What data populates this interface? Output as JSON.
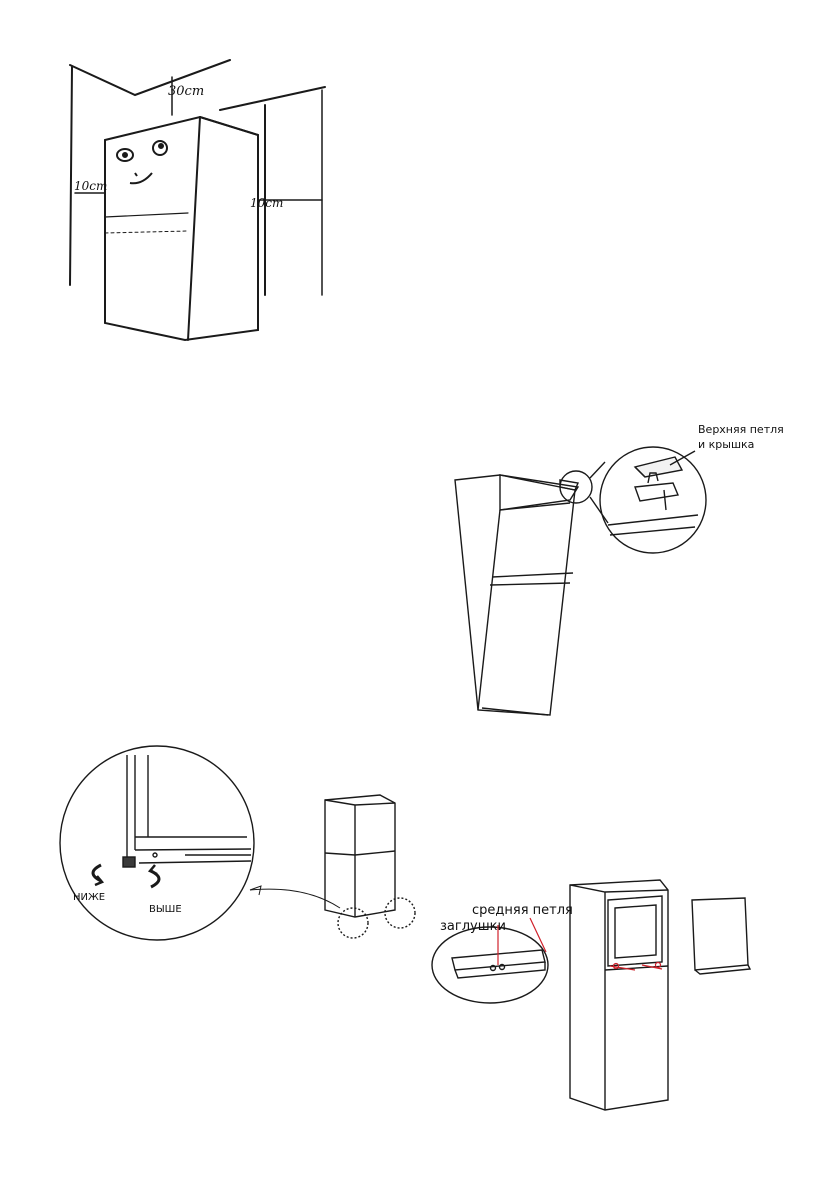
{
  "clearance": {
    "top": "30cm",
    "left": "10cm",
    "right": "10cm"
  },
  "leveling": {
    "lower": "НИЖЕ",
    "higher": "ВЫШЕ"
  },
  "top_hinge": {
    "line1": "Верхняя петля",
    "line2": "и крышка"
  },
  "middle_hinge": {
    "hinge": "средняя петля",
    "plugs": "заглушки"
  },
  "colors": {
    "line": "#1a1a1a",
    "accent": "#d0202a",
    "paper": "#ffffff"
  }
}
